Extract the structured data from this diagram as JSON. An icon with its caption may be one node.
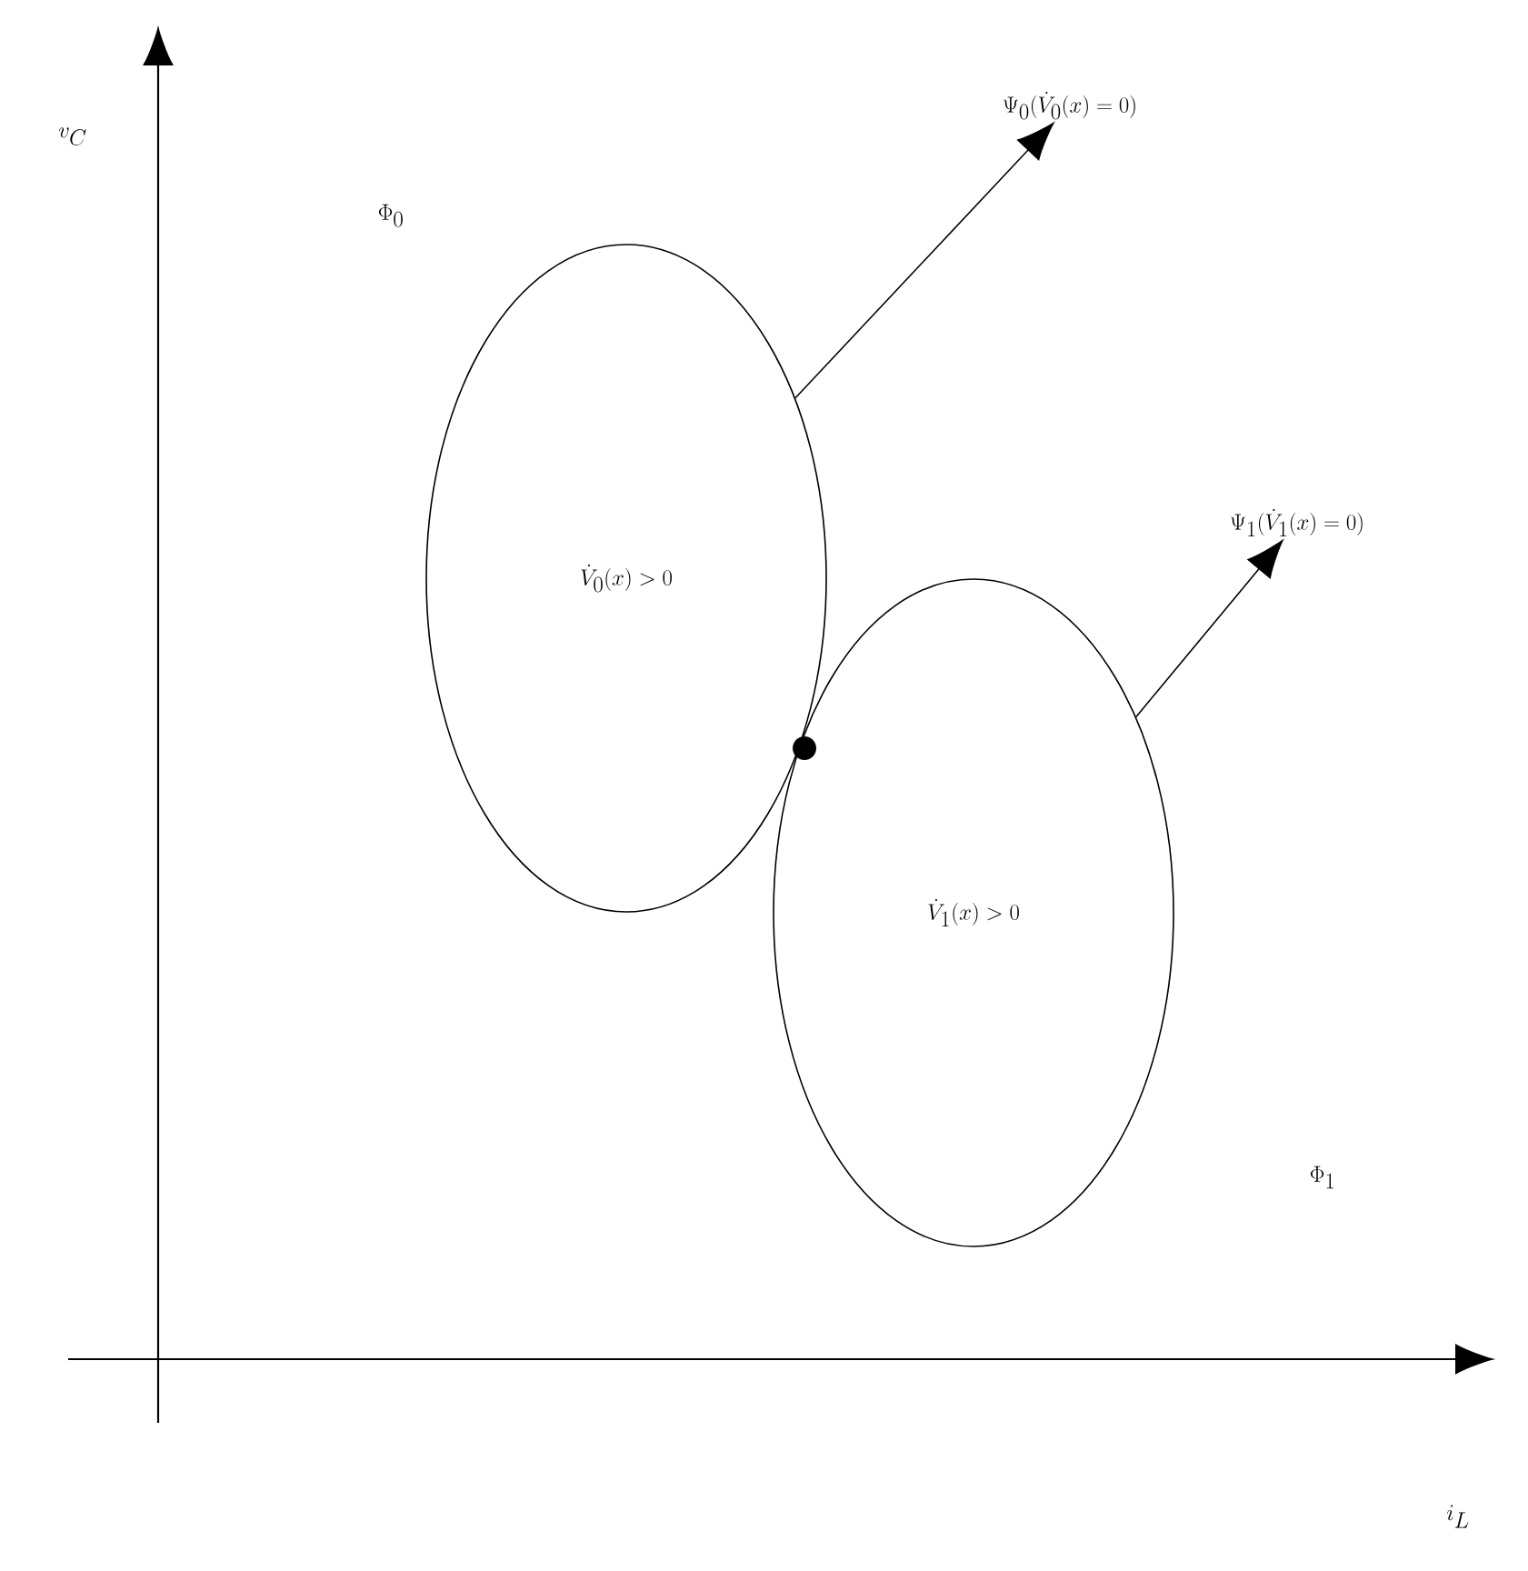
{
  "diagram": {
    "nodes": [
      {
        "text": [
          "\\dot{V}_0(x)>0"
        ]
      },
      {
        "text": [
          "\\dot{V}_1(x)>0"
        ]
      },
      {
        "text": [
          "\\Psi_0(\\dot{V}_0(x)=0)"
        ]
      },
      {
        "text": [
          "\\Psi_1(\\dot{V}_1(x)=0)"
        ]
      }
    ],
    "edges": [
      {
        "from": 0,
        "to": 2,
        "arrow": "to"
      },
      {
        "from": 1,
        "to": 3,
        "arrow": "to"
      }
    ],
    "labels": [
      "v_C",
      "\\Phi_0",
      "\\Phi_1",
      "i_L"
    ]
  }
}
